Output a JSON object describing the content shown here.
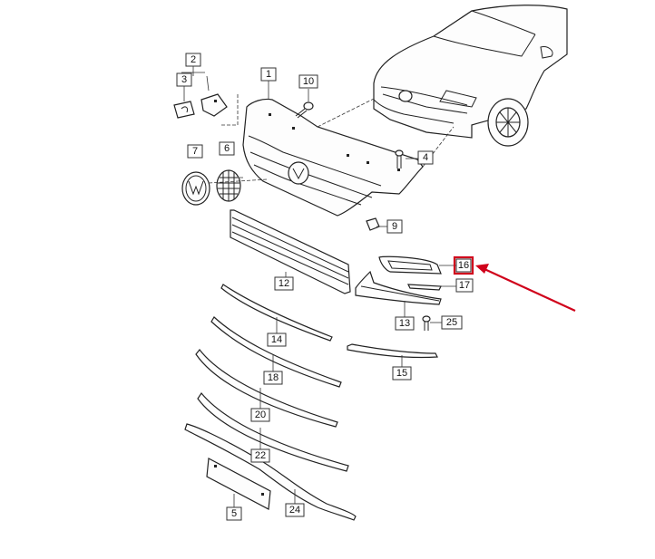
{
  "callouts": [
    {
      "id": "1",
      "label": "1"
    },
    {
      "id": "2",
      "label": "2"
    },
    {
      "id": "3",
      "label": "3"
    },
    {
      "id": "4",
      "label": "4"
    },
    {
      "id": "5",
      "label": "5"
    },
    {
      "id": "6",
      "label": "6"
    },
    {
      "id": "7",
      "label": "7"
    },
    {
      "id": "9",
      "label": "9"
    },
    {
      "id": "10",
      "label": "10"
    },
    {
      "id": "12",
      "label": "12"
    },
    {
      "id": "13",
      "label": "13"
    },
    {
      "id": "14",
      "label": "14"
    },
    {
      "id": "15",
      "label": "15"
    },
    {
      "id": "16",
      "label": "16"
    },
    {
      "id": "17",
      "label": "17"
    },
    {
      "id": "18",
      "label": "18"
    },
    {
      "id": "20",
      "label": "20"
    },
    {
      "id": "22",
      "label": "22"
    },
    {
      "id": "24",
      "label": "24"
    },
    {
      "id": "25",
      "label": "25"
    }
  ],
  "highlight": {
    "target": "16",
    "color": "#d0021b"
  }
}
